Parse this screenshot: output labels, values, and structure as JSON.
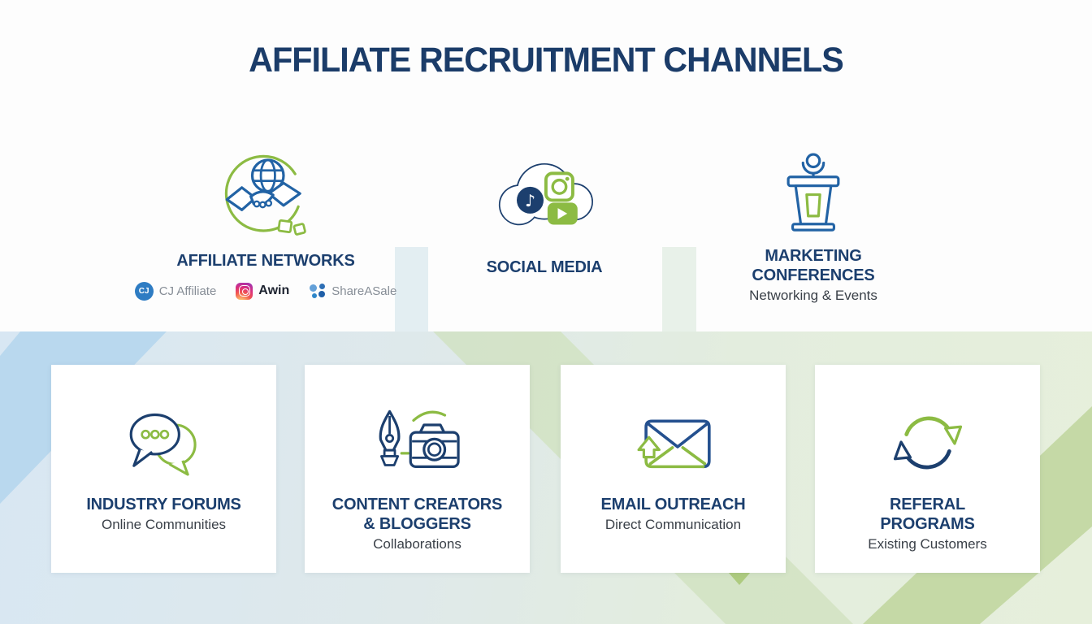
{
  "page": {
    "title": "AFFILIATE RECRUITMENT CHANNELS"
  },
  "top_channels": [
    {
      "label": "AFFILIATE NETWORKS",
      "icon": "handshake-globe-icon",
      "logos": [
        {
          "badge": "CJ",
          "label": "CJ Affiliate"
        },
        {
          "label": "Awin"
        },
        {
          "label": "ShareASale"
        }
      ]
    },
    {
      "label": "SOCIAL MEDIA",
      "icon": "social-media-cloud-icon"
    },
    {
      "label": "MARKETING\nCONFERENCES",
      "sublabel": "Networking & Events",
      "icon": "conference-podium-icon"
    }
  ],
  "cards": [
    {
      "title": "INDUSTRY FORUMS",
      "subtitle": "Online Communities",
      "icon": "speech-bubbles-icon"
    },
    {
      "title": "CONTENT CREATORS\n& BLOGGERS",
      "subtitle": "Collaborations",
      "icon": "pen-camera-icon"
    },
    {
      "title": "EMAIL OUTREACH",
      "subtitle": "Direct Communication",
      "icon": "envelope-arrow-icon"
    },
    {
      "title": "REFERAL\nPROGRAMS",
      "subtitle": "Existing Customers",
      "icon": "cycle-arrows-icon"
    }
  ],
  "colors": {
    "navy_text": "#1c3f6e",
    "icon_blue": "#2263a5",
    "accent_green": "#8cbb43",
    "band_blue_stripe": "#b9d8ee",
    "band_blue_light": "#d8e7f3",
    "band_green_stripe": "#c5d9a6",
    "band_green_light": "#e6efdb",
    "cj_blue": "#2e7cc3",
    "subtitle_gray": "#3a4048"
  }
}
